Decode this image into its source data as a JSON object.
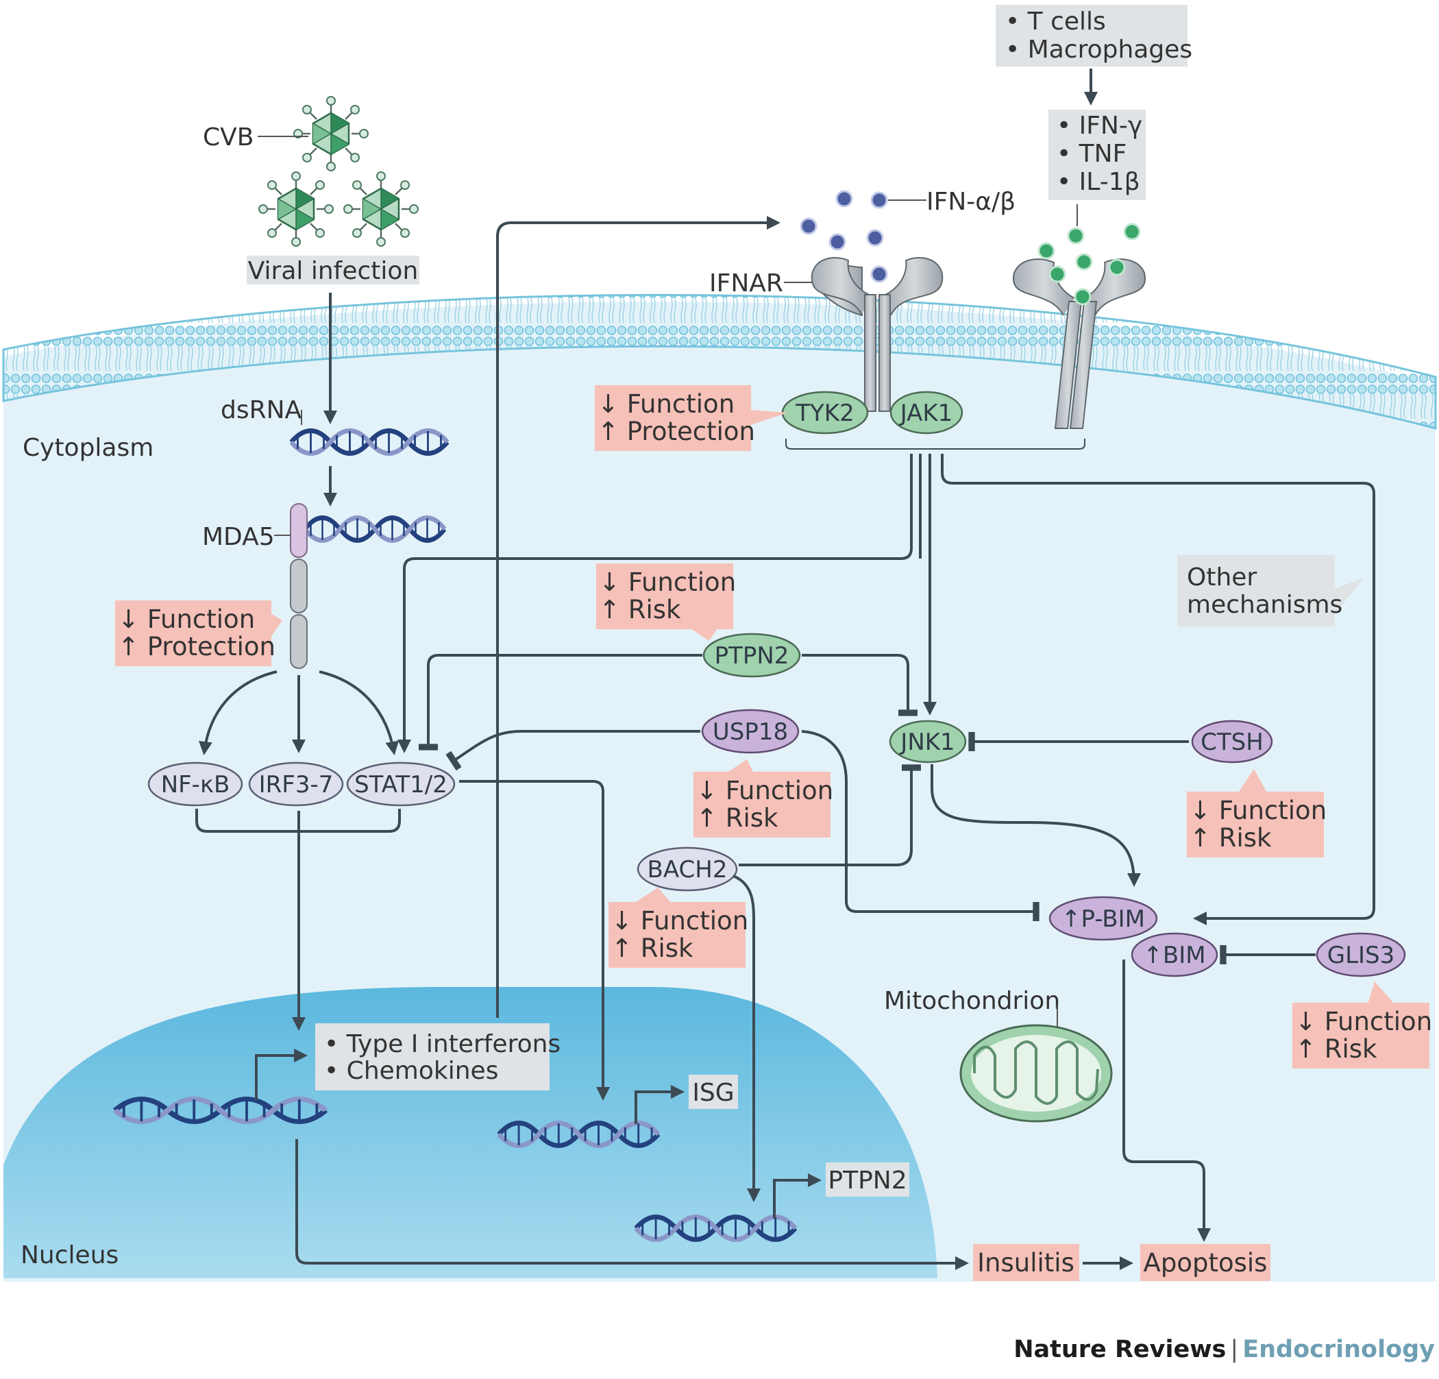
{
  "labels": {
    "cvb": "CVB",
    "viral_infection": "Viral infection",
    "dsrna": "dsRNA",
    "cytoplasm": "Cytoplasm",
    "mda5": "MDA5",
    "nucleus": "Nucleus",
    "ifnar": "IFNAR",
    "ifn_ab": "IFN-α/β",
    "mitochondrion": "Mitochondrion",
    "other_mechanisms": [
      "Other",
      "mechanisms"
    ]
  },
  "immune_cells": [
    "• T cells",
    "• Macrophages"
  ],
  "cytokines": [
    "• IFN-γ",
    "• TNF",
    "• IL-1β"
  ],
  "nuclear_products": [
    "• Type I interferons",
    "• Chemokines"
  ],
  "molecules": {
    "tyk2": "TYK2",
    "jak1": "JAK1",
    "nfkb": "NF-κB",
    "irf": "IRF3-7",
    "stat": "STAT1/2",
    "ptpn2": "PTPN2",
    "usp18": "USP18",
    "jnk1": "JNK1",
    "ctsh": "CTSH",
    "bach2": "BACH2",
    "pbim": "↑P-BIM",
    "bim": "↑BIM",
    "glis3": "GLIS3"
  },
  "gene_products": {
    "isg": "ISG",
    "ptpn2": "PTPN2"
  },
  "outcomes": {
    "insulitis": "Insulitis",
    "apoptosis": "Apoptosis"
  },
  "function_notes": {
    "mda5": [
      "↓ Function",
      "↑ Protection"
    ],
    "tyk2": [
      "↓ Function",
      "↑ Protection"
    ],
    "ptpn2": [
      "↓ Function",
      "↑ Risk"
    ],
    "usp18": [
      "↓ Function",
      "↑ Risk"
    ],
    "bach2": [
      "↓ Function",
      "↑ Risk"
    ],
    "ctsh": [
      "↓ Function",
      "↑ Risk"
    ],
    "glis3": [
      "↓ Function",
      "↑ Risk"
    ]
  },
  "footer": {
    "journal": "Nature Reviews",
    "separator": "|",
    "subject": "Endocrinology"
  },
  "colors": {
    "membrane": "#8fd0e4",
    "cytoplasm": "#e3f2f9",
    "nucleus": "#5ab7dd",
    "label_box": "#dfe3e5",
    "risk_box": "#f6c1b8",
    "green_molecule": "#9fd2ad",
    "purple_molecule": "#c9b3db",
    "lavender_molecule": "#dfe0ee",
    "arrow": "#3c4a54"
  }
}
